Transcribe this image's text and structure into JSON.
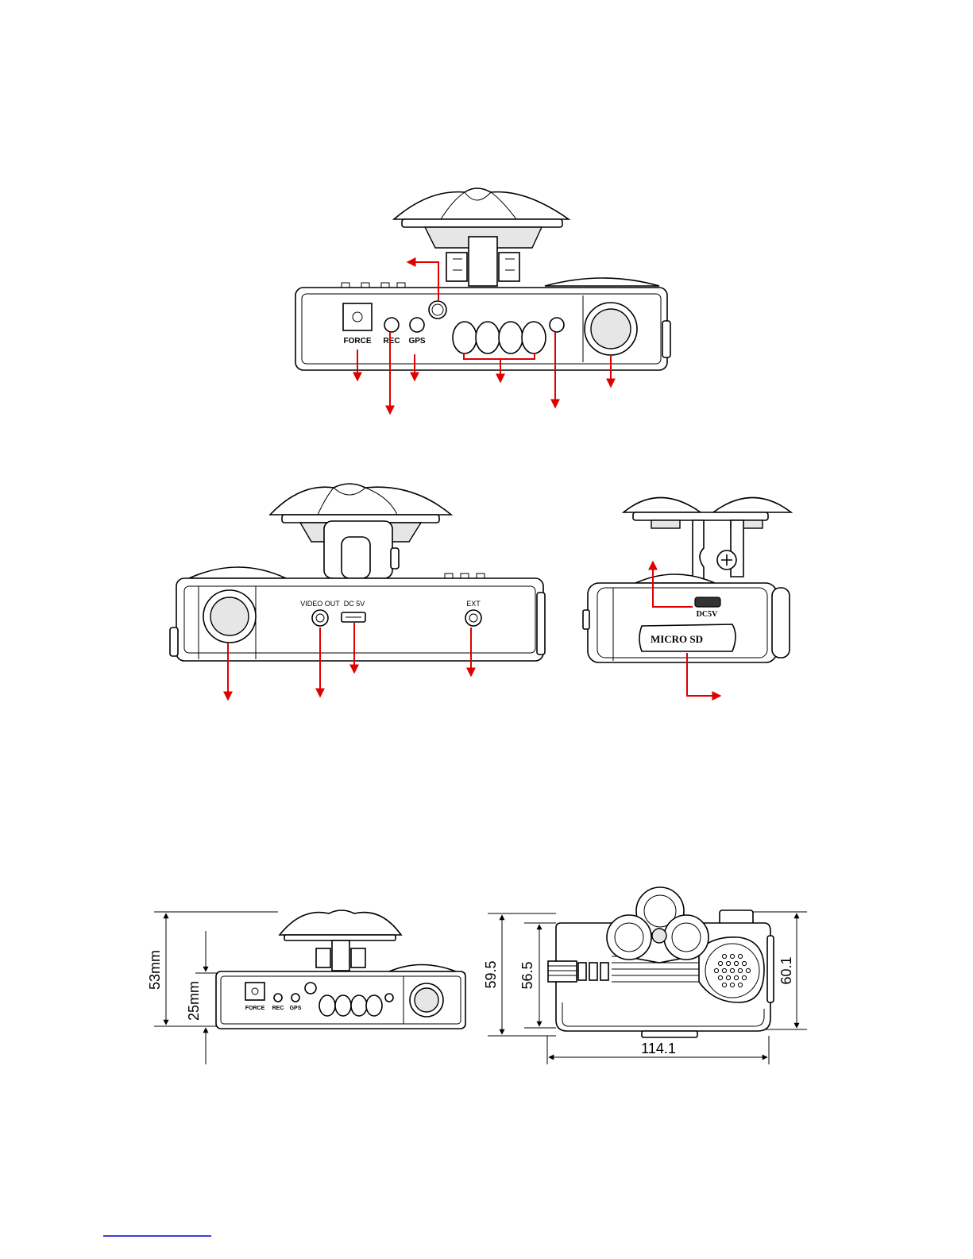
{
  "front_view": {
    "force_label": "FORCE",
    "rec_label": "REC",
    "gps_label": "GPS"
  },
  "rear_view": {
    "video_out_label": "VIDEO OUT",
    "dc_label": "DC 5V",
    "ext_label": "EXT"
  },
  "side_view": {
    "dc_label": "DC5V",
    "micro_sd_label": "MICRO SD"
  },
  "dimensions_front": {
    "height_total": "53mm",
    "height_body": "25mm",
    "force_label": "FORCE",
    "rec_label": "REC",
    "gps_label": "GPS"
  },
  "dimensions_top": {
    "height_left_outer": "59.5",
    "height_left_inner": "56.5",
    "height_right": "60.1",
    "width": "114.1"
  },
  "colors": {
    "arrow": "#e00000",
    "line": "#000000",
    "footer_line": "#0000cc"
  }
}
